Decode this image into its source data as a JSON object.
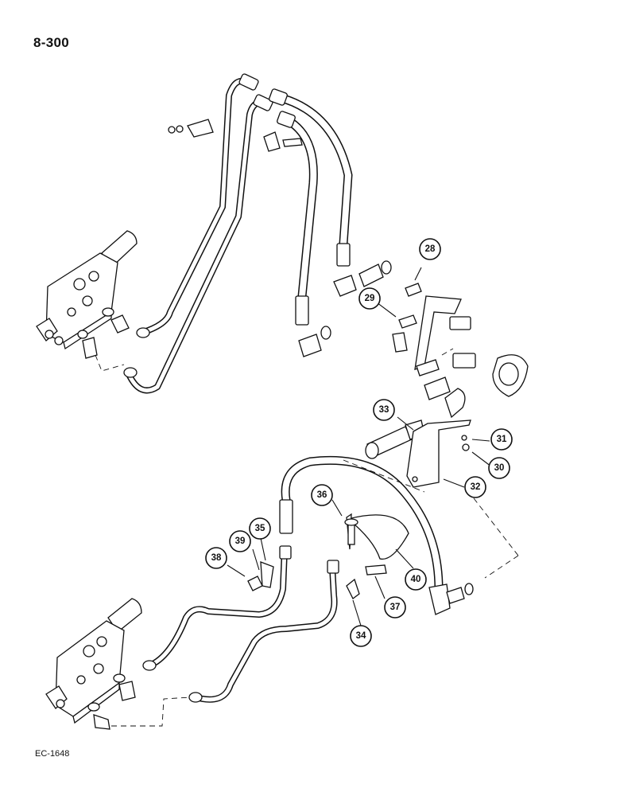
{
  "page_number": "8-300",
  "figure_code": "EC-1648",
  "callouts": [
    {
      "id": "28",
      "label": "28"
    },
    {
      "id": "29",
      "label": "29"
    },
    {
      "id": "30",
      "label": "30"
    },
    {
      "id": "31",
      "label": "31"
    },
    {
      "id": "32",
      "label": "32"
    },
    {
      "id": "33",
      "label": "33"
    },
    {
      "id": "34",
      "label": "34"
    },
    {
      "id": "35",
      "label": "35"
    },
    {
      "id": "36",
      "label": "36"
    },
    {
      "id": "37",
      "label": "37"
    },
    {
      "id": "38",
      "label": "38"
    },
    {
      "id": "39",
      "label": "39"
    },
    {
      "id": "40",
      "label": "40"
    }
  ]
}
